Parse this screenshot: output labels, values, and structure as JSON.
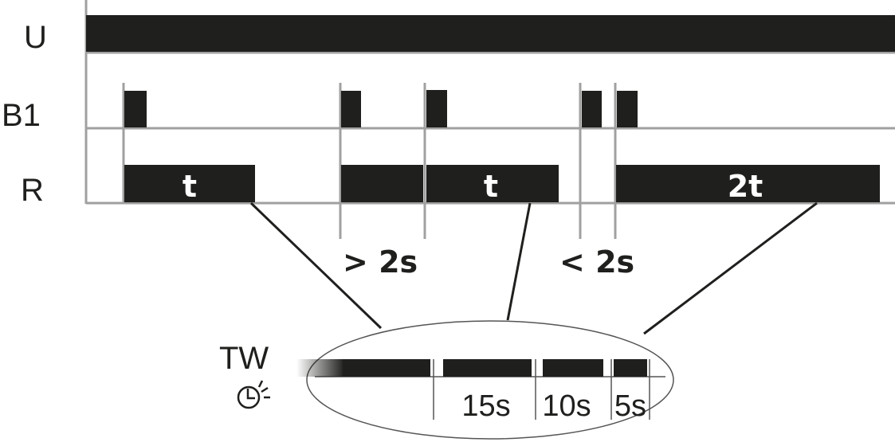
{
  "signals": {
    "u": "U",
    "b1": "B1",
    "r": "R"
  },
  "relay_labels": {
    "first": "t",
    "second": "t",
    "third": "2t"
  },
  "conditions": {
    "greater": "> 2s",
    "less": "< 2s"
  },
  "time_window": {
    "label": "TW",
    "icon": "clock-icon",
    "segments": [
      "15s",
      "10s",
      "5s"
    ]
  },
  "colors": {
    "signal": "#1f1f1d",
    "axis": "#a0a0a0"
  }
}
